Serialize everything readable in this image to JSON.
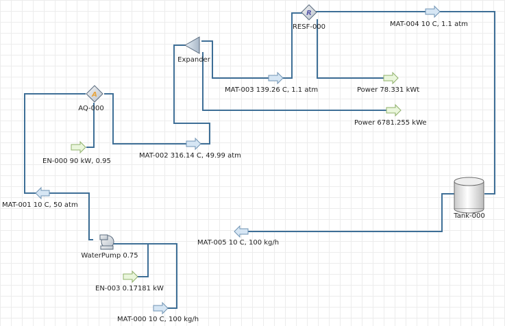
{
  "units": {
    "resf": {
      "name": "RESF-000",
      "badge": "R",
      "color": "#5a5aa8"
    },
    "expander": {
      "name": "Expander"
    },
    "aq": {
      "name": "AQ-000",
      "badge": "A",
      "color": "#e8a43c"
    },
    "pump": {
      "name": "WaterPump 0.75"
    },
    "tank": {
      "name": "Tank-000"
    }
  },
  "streams": {
    "mat000": "MAT-000 10 C, 100 kg/h",
    "mat001": "MAT-001 10 C, 50 atm",
    "mat002": "MAT-002 316.14 C, 49.99 atm",
    "mat003": "MAT-003 139.26 C, 1.1 atm",
    "mat004": "MAT-004 10 C, 1.1 atm",
    "mat005": "MAT-005 10 C, 100 kg/h"
  },
  "energy": {
    "en000": "EN-000 90 kW, 0.95",
    "en003": "EN-003 0.17181 kW",
    "power_resf": "Power 78.331 kWt",
    "power_exp": "Power 6781.255 kWe"
  }
}
